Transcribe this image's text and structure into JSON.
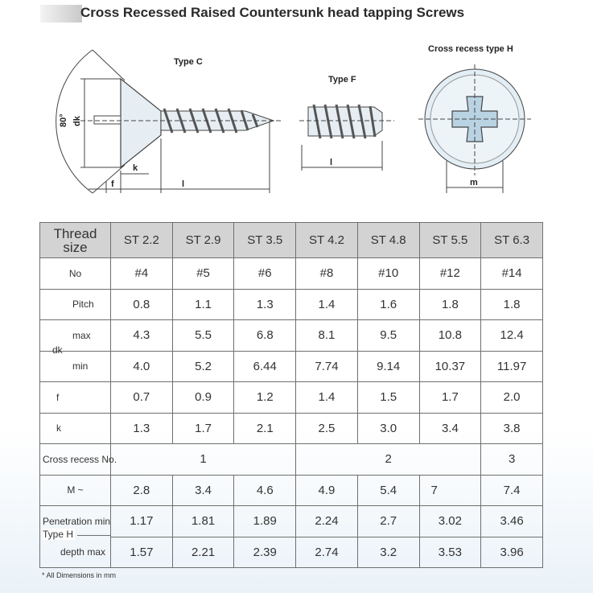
{
  "title": "Cross Recessed Raised Countersunk head tapping Screws",
  "drawing": {
    "type_c": "Type C",
    "type_f": "Type F",
    "cross_recess": "Cross recess type H",
    "angle": "80°",
    "dk": "dk",
    "k": "k",
    "f": "f",
    "l": "l",
    "m": "m"
  },
  "table": {
    "header": [
      "ST 2.2",
      "ST 2.9",
      "ST 3.5",
      "ST 4.2",
      "ST 4.8",
      "ST 5.5",
      "ST 6.3"
    ],
    "corner_line1": "Thread",
    "corner_line2": "size",
    "rows": {
      "no": {
        "label": "No",
        "values": [
          "#4",
          "#5",
          "#6",
          "#8",
          "#10",
          "#12",
          "#14"
        ]
      },
      "pitch": {
        "label": "Pitch",
        "values": [
          "0.8",
          "1.1",
          "1.3",
          "1.4",
          "1.6",
          "1.8",
          "1.8"
        ]
      },
      "dk_label": "dk",
      "dk_max": {
        "label": "max",
        "values": [
          "4.3",
          "5.5",
          "6.8",
          "8.1",
          "9.5",
          "10.8",
          "12.4"
        ]
      },
      "dk_min": {
        "label": "min",
        "values": [
          "4.0",
          "5.2",
          "6.44",
          "7.74",
          "9.14",
          "10.37",
          "11.97"
        ]
      },
      "f": {
        "label": "f",
        "values": [
          "0.7",
          "0.9",
          "1.2",
          "1.4",
          "1.5",
          "1.7",
          "2.0"
        ]
      },
      "k": {
        "label": "k",
        "values": [
          "1.3",
          "1.7",
          "2.1",
          "2.5",
          "3.0",
          "3.4",
          "3.8"
        ]
      },
      "cross": {
        "label": "Cross recess No.",
        "values": [
          "1",
          "2",
          "3"
        ]
      },
      "m": {
        "label": "M ~",
        "values": [
          "2.8",
          "3.4",
          "4.6",
          "4.9",
          "5.4",
          "7",
          "7.4"
        ]
      },
      "type_h_label": "Type H",
      "pen_min": {
        "label": "Penetration min",
        "values": [
          "1.17",
          "1.81",
          "1.89",
          "2.24",
          "2.7",
          "3.02",
          "3.46"
        ]
      },
      "pen_max": {
        "label": "depth  max",
        "values": [
          "1.57",
          "2.21",
          "2.39",
          "2.74",
          "3.2",
          "3.53",
          "3.96"
        ]
      }
    }
  },
  "note": "* All Dimensions in mm"
}
